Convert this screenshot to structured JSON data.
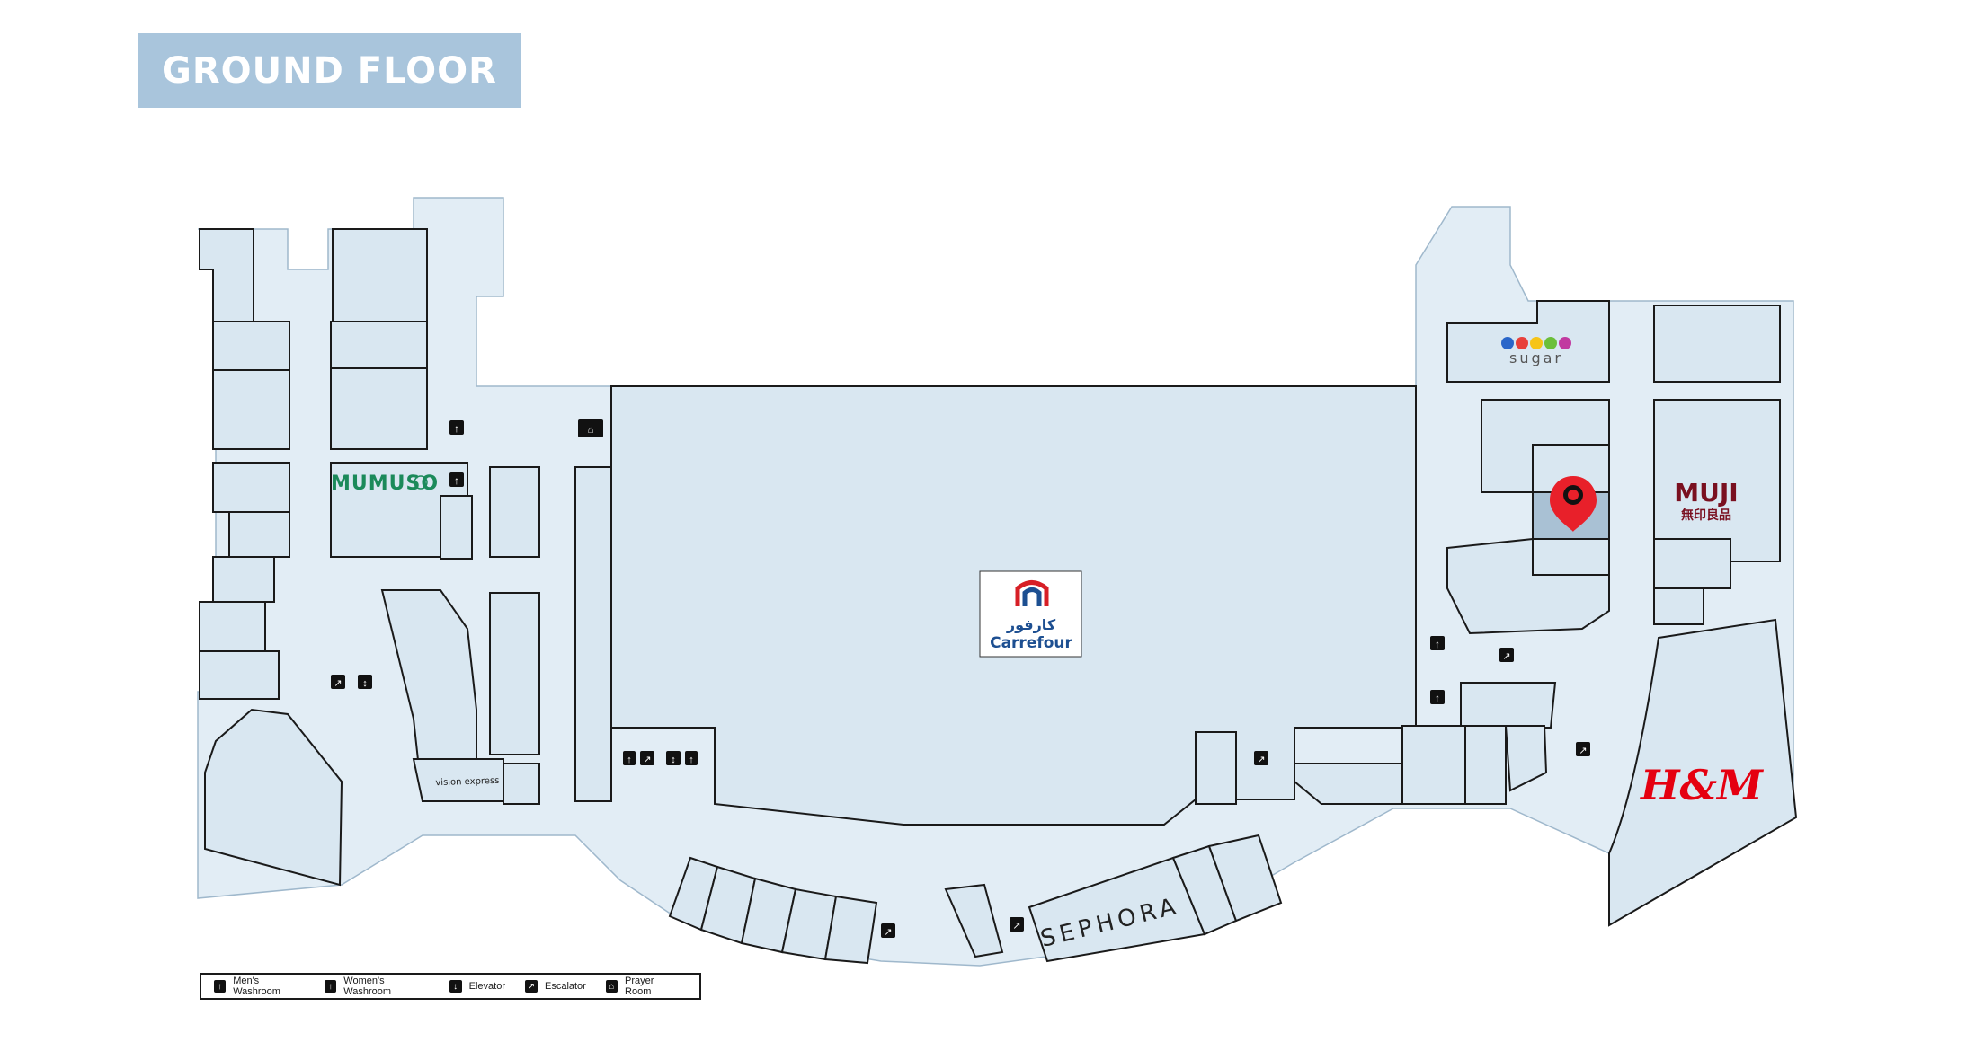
{
  "floor_title": "GROUND FLOOR",
  "stores": {
    "mumuso": "MUMUSO",
    "carrefour_arabic": "كارفور",
    "carrefour": "Carrefour",
    "sugar": "sugar",
    "muji": "MUJI",
    "muji_japanese": "無印良品",
    "hm": "H&M",
    "sephora": "SEPHORA",
    "vision_express": "vision express"
  },
  "legend": [
    {
      "icon": "mens-washroom-icon",
      "label": "Men's Washroom"
    },
    {
      "icon": "womens-washroom-icon",
      "label": "Women's Washroom"
    },
    {
      "icon": "elevator-icon",
      "label": "Elevator"
    },
    {
      "icon": "escalator-icon",
      "label": "Escalator"
    },
    {
      "icon": "prayer-room-icon",
      "label": "Prayer Room"
    }
  ],
  "colors": {
    "banner": "#a9c5dc",
    "unit_fill": "#d9e7f1",
    "mall_fill": "#e2edf5",
    "highlight_unit": "#a9c1d4",
    "pin": "#e8202a",
    "mumuso": "#1b8a5a",
    "carrefour_blue": "#1d4f91",
    "carrefour_red": "#d71f26",
    "muji": "#7a1020",
    "hm": "#e50010"
  }
}
